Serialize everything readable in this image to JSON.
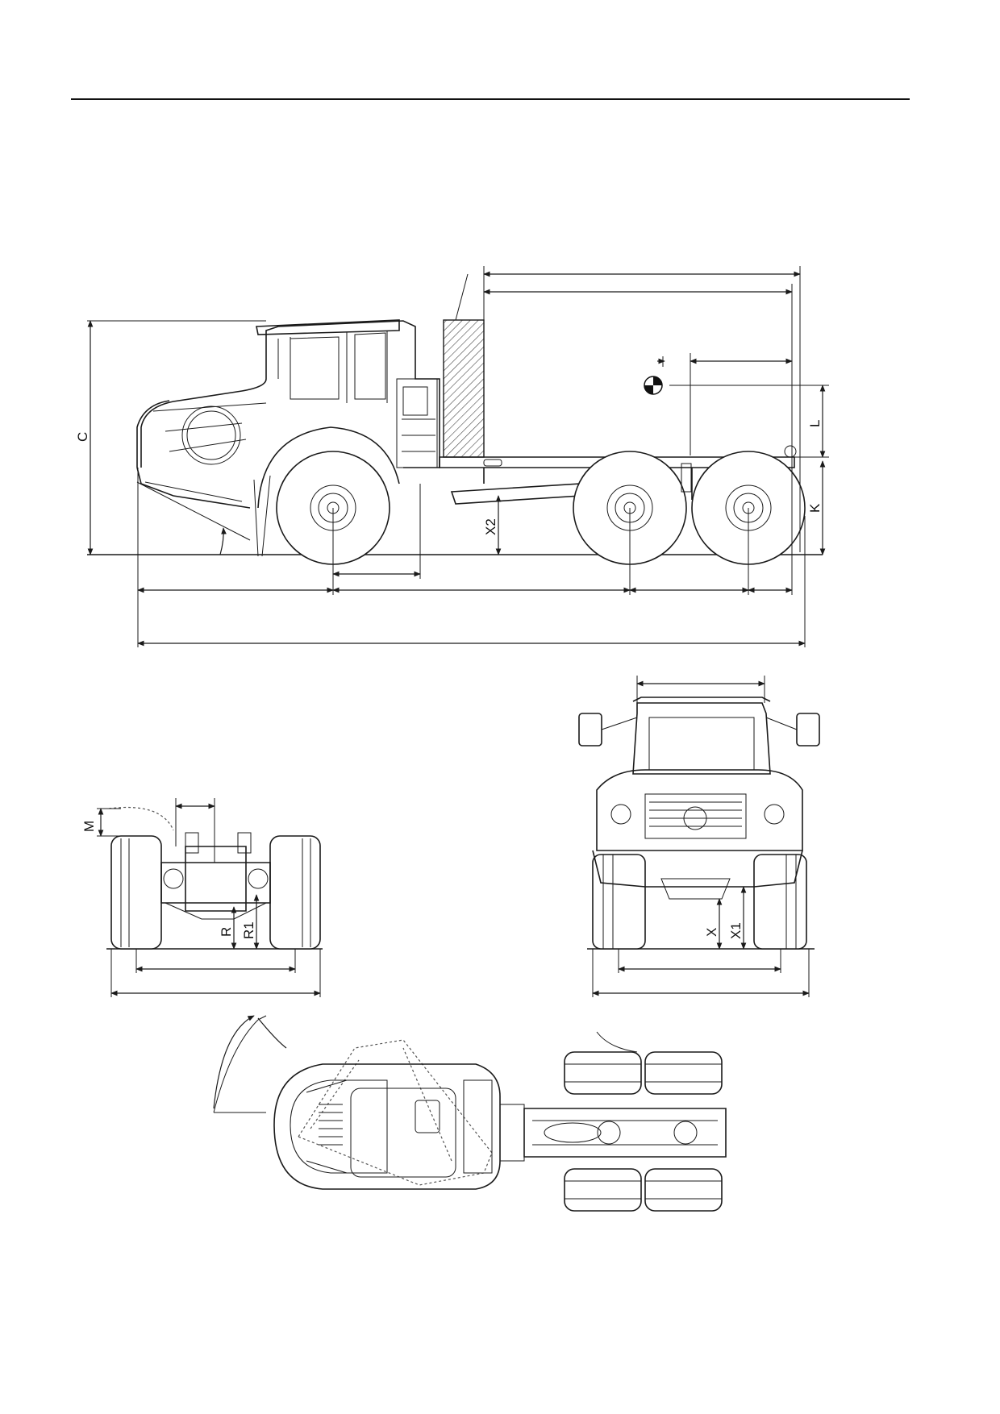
{
  "labels": {
    "C": "C",
    "L": "L",
    "K": "K",
    "X2": "X2",
    "M": "M",
    "R": "R",
    "R1": "R1",
    "X": "X",
    "X1": "X1"
  }
}
